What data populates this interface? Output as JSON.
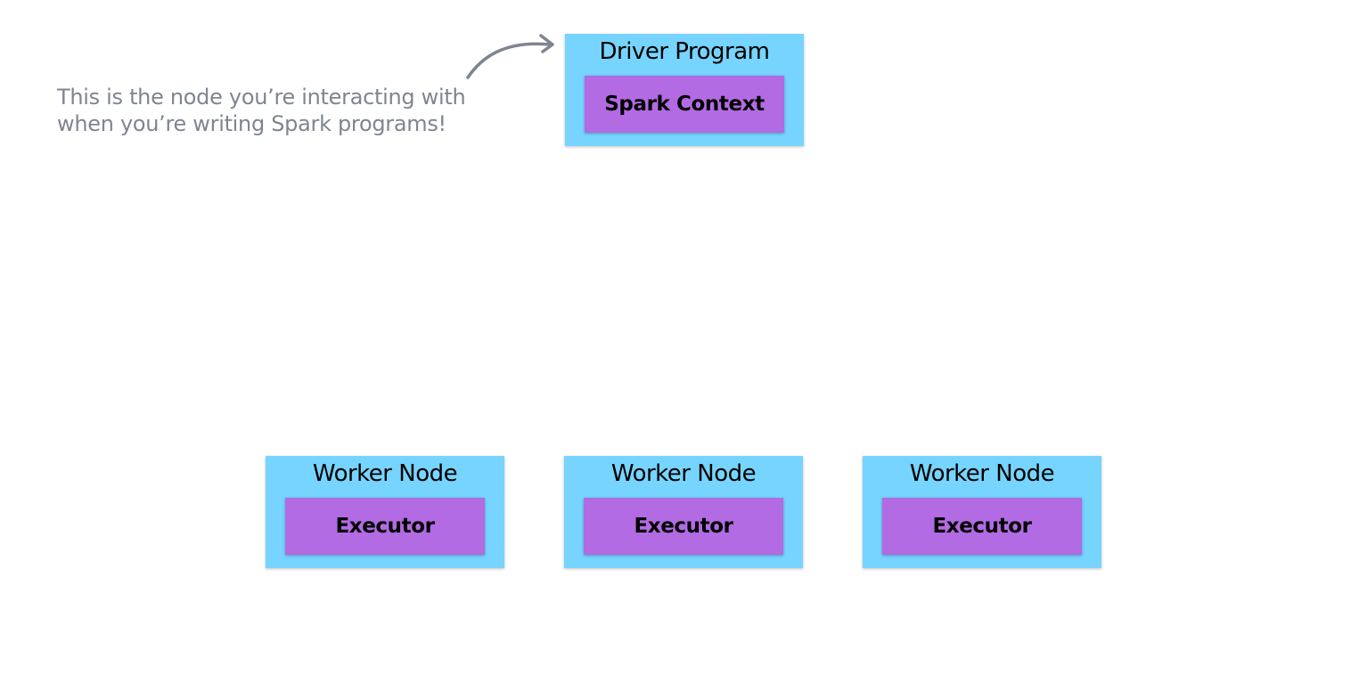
{
  "annotation": {
    "line1": "This is the node you’re interacting with",
    "line2": "when you’re writing Spark programs!"
  },
  "driver": {
    "title": "Driver Program",
    "inner": "Spark Context"
  },
  "workers": [
    {
      "title": "Worker Node",
      "inner": "Executor"
    },
    {
      "title": "Worker Node",
      "inner": "Executor"
    },
    {
      "title": "Worker Node",
      "inner": "Executor"
    }
  ],
  "colors": {
    "node_fill": "#77d4fe",
    "inner_fill": "#b26be3",
    "annotation_text": "#7f8590"
  }
}
